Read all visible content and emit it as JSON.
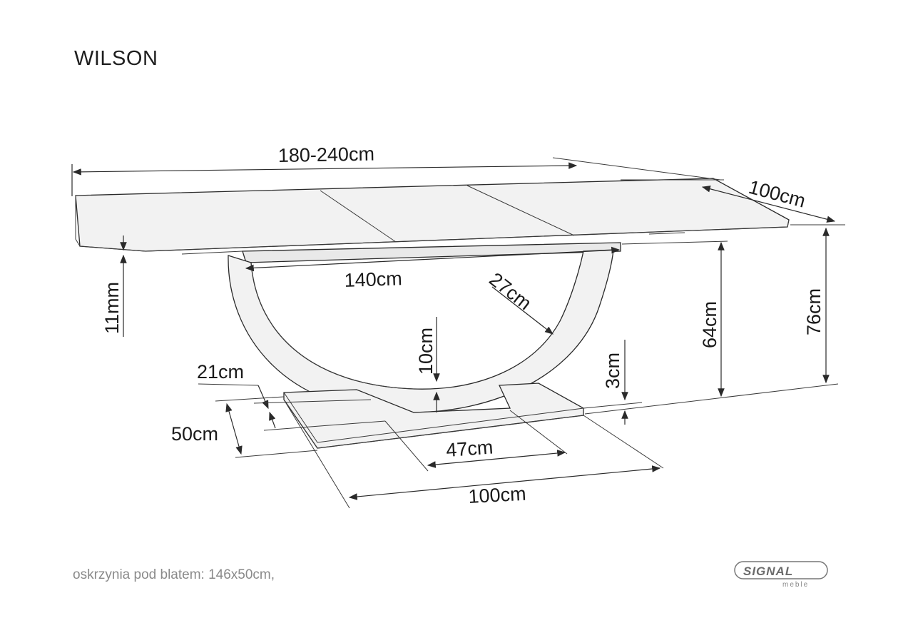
{
  "title": "WILSON",
  "footnote": "oskrzynia pod blatem: 146x50cm,",
  "dimensions": {
    "overall_length": "180-240cm",
    "top_depth": "100cm",
    "top_thickness": "11mm",
    "apron_length": "140cm",
    "arch_width": "27cm",
    "arch_gap": "10cm",
    "height_to_apron": "64cm",
    "total_height": "76cm",
    "base_thickness": "3cm",
    "leg_width": "21cm",
    "base_depth": "50cm",
    "base_inner": "47cm",
    "base_length": "100cm"
  },
  "logo": {
    "name": "SIGNAL",
    "sub": "meble"
  }
}
